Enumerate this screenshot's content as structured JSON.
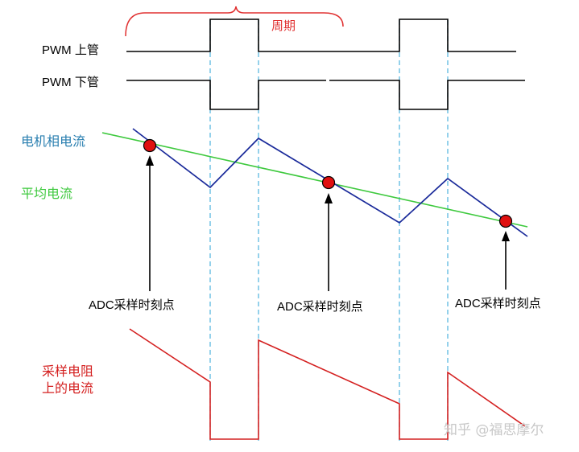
{
  "colors": {
    "pwm": "#000000",
    "phase_current": "#1a2a9a",
    "avg_current": "#3ec93e",
    "shunt_current": "#d42020",
    "sample_marker": "#e01010",
    "guide": "#5ab8e0",
    "brace": "#e03030",
    "label_blue": "#2a7fb0",
    "label_green": "#3ec93e",
    "label_red": "#d42020",
    "watermark": "#c8c8c8"
  },
  "labels": {
    "period": "周期",
    "pwm_high": "PWM 上管",
    "pwm_low": "PWM 下管",
    "phase_current": "电机相电流",
    "avg_current": "平均电流",
    "adc_sample": "ADC采样时刻点",
    "shunt_line1": "采样电阻",
    "shunt_line2": "上的电流"
  },
  "watermark": "知乎 @福思摩尔",
  "icons": {
    "sample_marker": "red-circle-icon",
    "arrow": "up-arrow-icon"
  }
}
